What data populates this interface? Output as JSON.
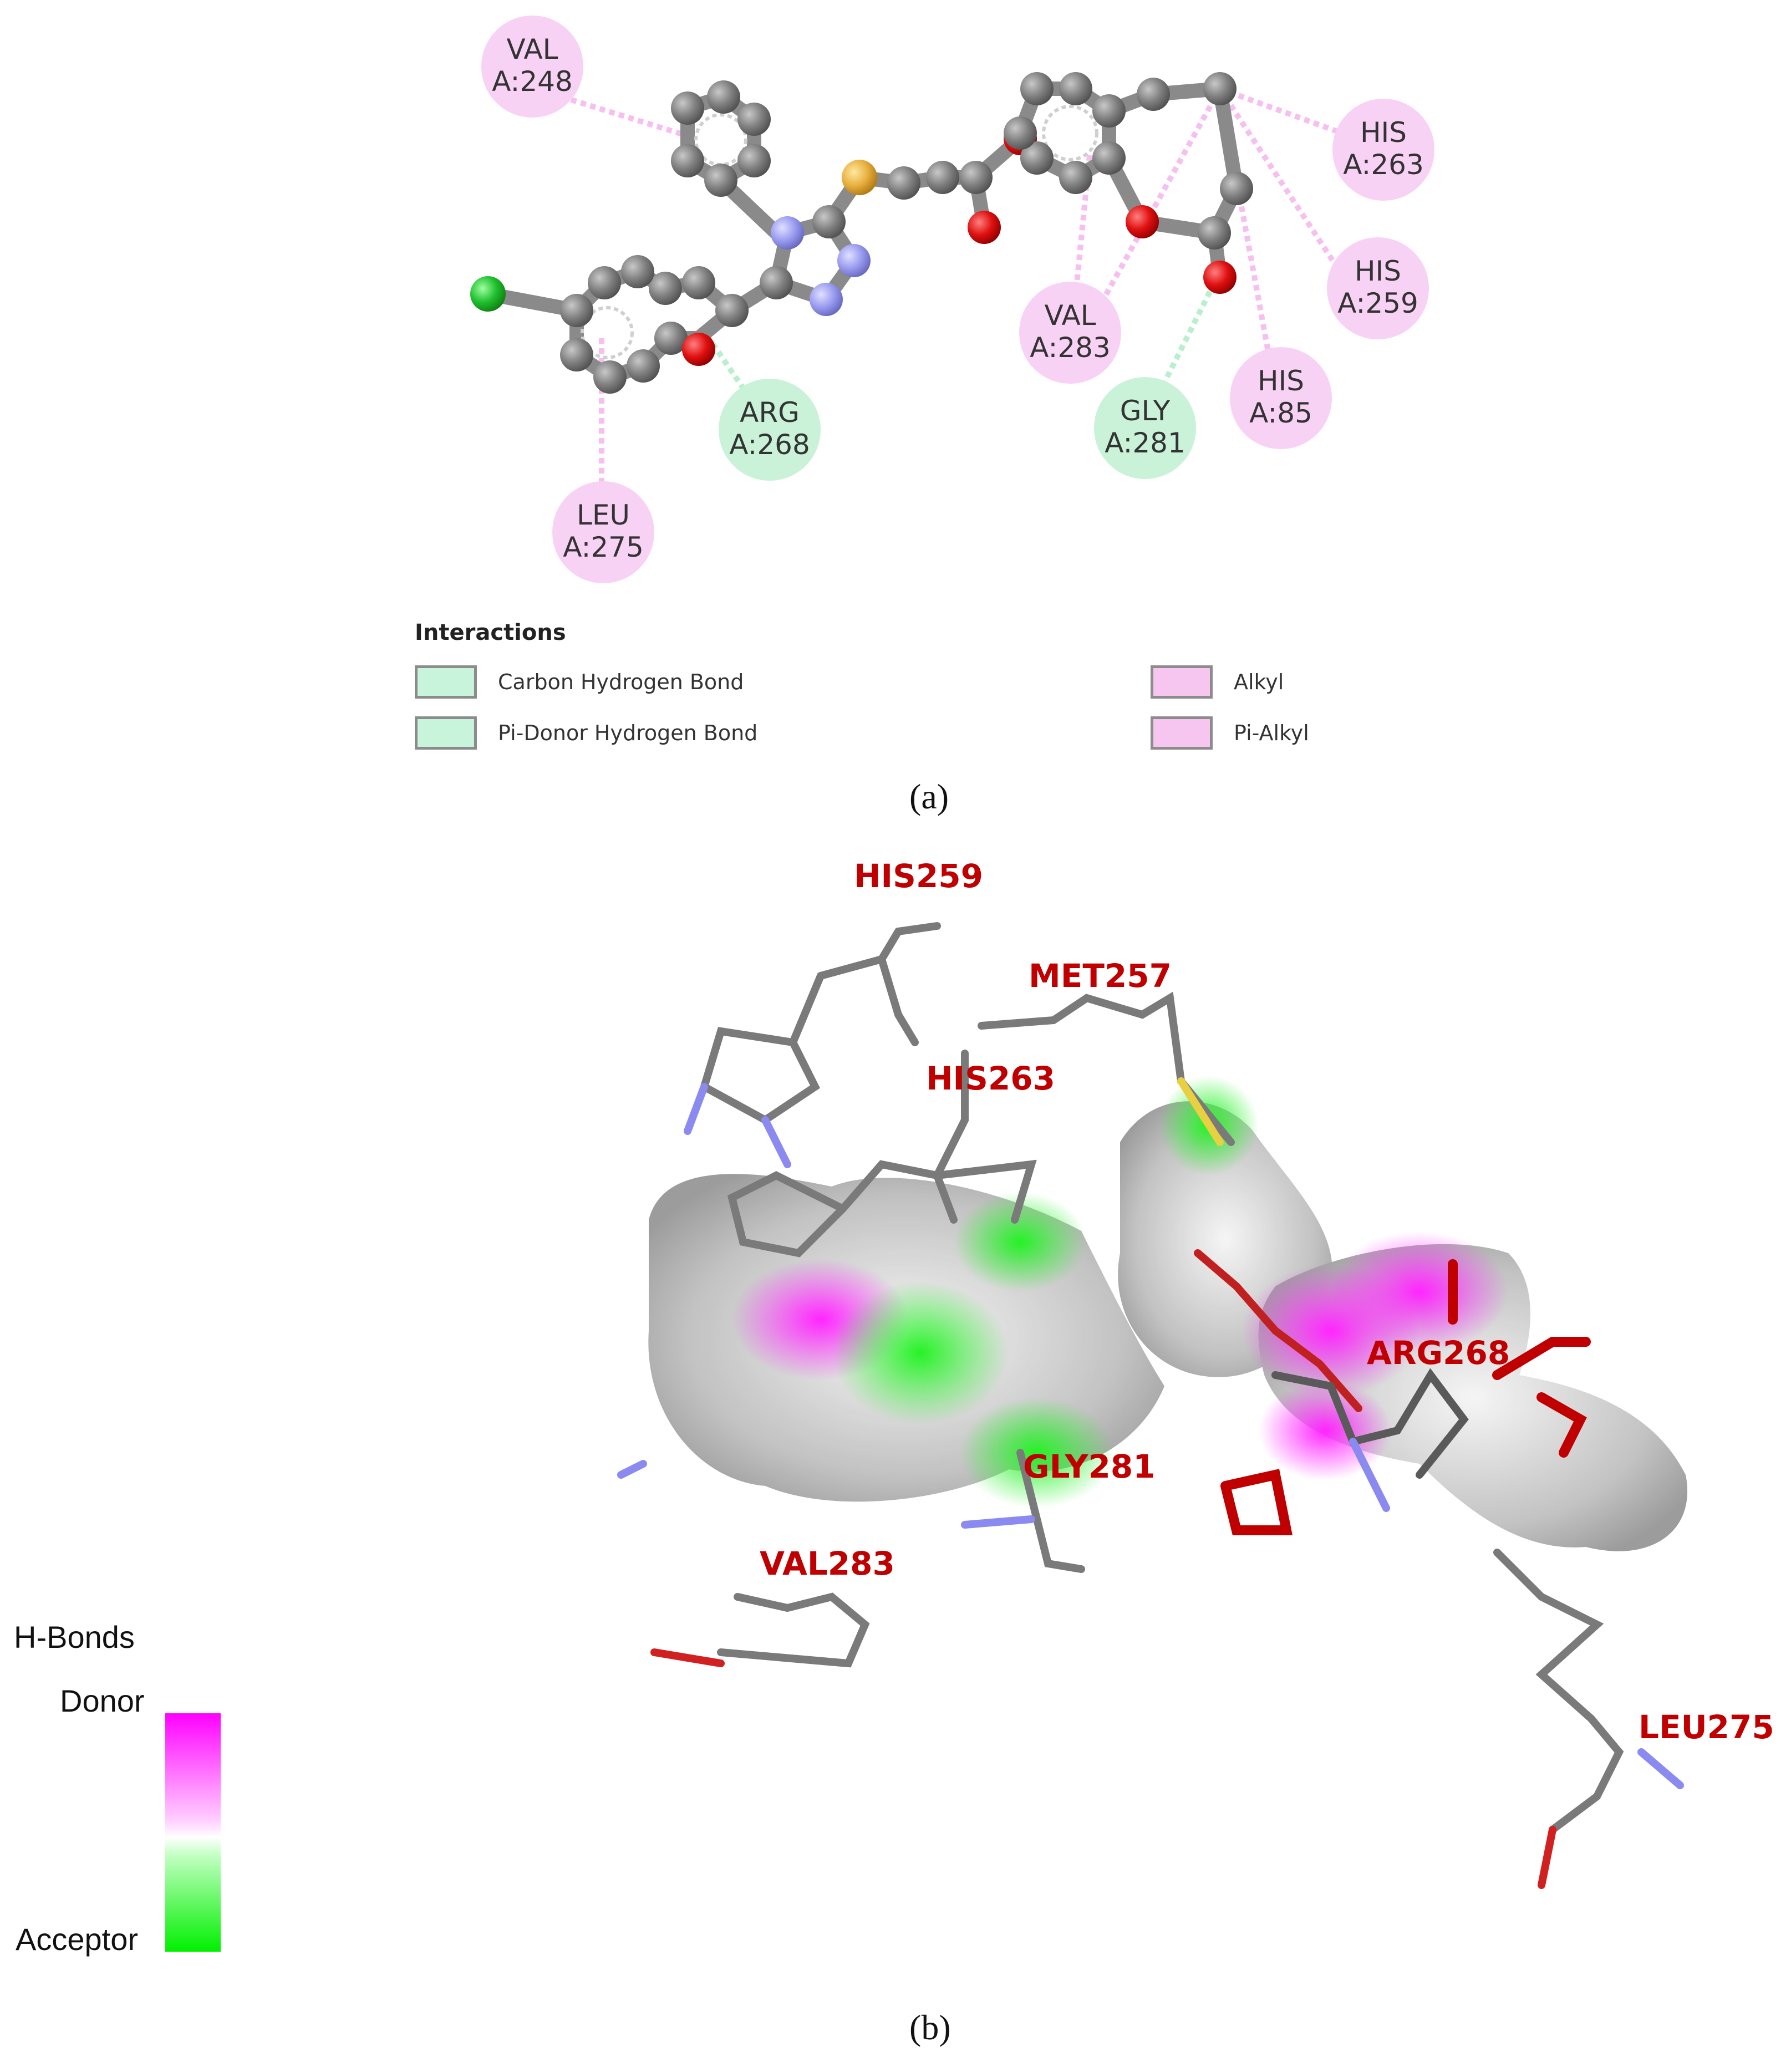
{
  "panel_a": {
    "label": "(a)",
    "residues": [
      {
        "line1": "VAL",
        "line2": "A:248",
        "type": "alkyl"
      },
      {
        "line1": "HIS",
        "line2": "A:263",
        "type": "alkyl"
      },
      {
        "line1": "HIS",
        "line2": "A:259",
        "type": "alkyl"
      },
      {
        "line1": "VAL",
        "line2": "A:283",
        "type": "alkyl"
      },
      {
        "line1": "HIS",
        "line2": "A:85",
        "type": "alkyl"
      },
      {
        "line1": "GLY",
        "line2": "A:281",
        "type": "hbond"
      },
      {
        "line1": "ARG",
        "line2": "A:268",
        "type": "hbond"
      },
      {
        "line1": "LEU",
        "line2": "A:275",
        "type": "alkyl"
      }
    ],
    "legend": {
      "title": "Interactions",
      "items": [
        {
          "label": "Carbon Hydrogen Bond",
          "color": "#c9f4dc"
        },
        {
          "label": "Pi-Donor Hydrogen Bond",
          "color": "#c9f4dc"
        },
        {
          "label": "Alkyl",
          "color": "#f6c6f0"
        },
        {
          "label": "Pi-Alkyl",
          "color": "#f6c6f0"
        }
      ]
    },
    "colors": {
      "carbon": "#7a7a7a",
      "oxygen": "#e0101a",
      "nitrogen": "#9a9cf0",
      "sulfur": "#e8b040",
      "chlorine": "#20c030",
      "alkyl_bubble": "#f8d2f4",
      "hbond_bubble": "#c9f2d9"
    }
  },
  "panel_b": {
    "label": "(b)",
    "residue_labels": [
      "HIS259",
      "MET257",
      "HIS263",
      "ARG268",
      "GLY281",
      "VAL283",
      "LEU275"
    ],
    "hbond_legend": {
      "title": "H-Bonds",
      "donor": "Donor",
      "acceptor": "Acceptor",
      "donor_color": "#ff00ff",
      "acceptor_color": "#00ff00"
    },
    "label_color": "#c00000"
  }
}
